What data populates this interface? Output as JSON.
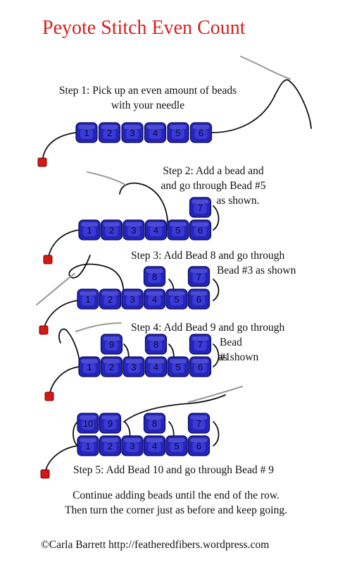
{
  "title": "Peyote Stitch  Even Count",
  "steps": {
    "step1": [
      "Step 1: Pick up an even amount of beads",
      "with your needle"
    ],
    "step2": [
      "Step 2: Add a bead and",
      "and go through Bead #5",
      "as shown."
    ],
    "step3": [
      "Step 3: Add Bead 8 and go through",
      "Bead #3 as shown"
    ],
    "step4": [
      "Step 4: Add Bead 9 and go through",
      "Bead",
      "#1",
      "as shown"
    ],
    "step5": "Step 5: Add Bead 10 and go through Bead # 9"
  },
  "conclusion": [
    "Continue adding beads until the end of the row.",
    "Then turn the corner just as before and keep going."
  ],
  "footer": "Carla Barrett http://featheredfibers.wordpress.com",
  "footer_symbol": "©",
  "colors": {
    "title": "#d42020",
    "bead": "#2424b8",
    "stop_bead": "#d41818",
    "thread": "#111111",
    "needle": "#9a9a9a"
  },
  "rows": [
    {
      "base": [
        "1",
        "2",
        "3",
        "4",
        "5",
        "6"
      ],
      "top": []
    },
    {
      "base": [
        "1",
        "2",
        "3",
        "4",
        "5",
        "6"
      ],
      "top": [
        {
          "label": "7",
          "over": 6
        }
      ]
    },
    {
      "base": [
        "1",
        "2",
        "3",
        "4",
        "5",
        "6"
      ],
      "top": [
        {
          "label": "7",
          "over": 6
        },
        {
          "label": "8",
          "over": 4
        }
      ]
    },
    {
      "base": [
        "1",
        "2",
        "3",
        "4",
        "5",
        "6"
      ],
      "top": [
        {
          "label": "7",
          "over": 6
        },
        {
          "label": "8",
          "over": 4
        },
        {
          "label": "9",
          "over": 2
        }
      ]
    },
    {
      "base": [
        "1",
        "2",
        "3",
        "4",
        "5",
        "6"
      ],
      "top": [
        {
          "label": "7",
          "over": 6
        },
        {
          "label": "8",
          "over": 4
        },
        {
          "label": "9",
          "over": 2
        },
        {
          "label": "10",
          "over": 1
        }
      ]
    }
  ]
}
